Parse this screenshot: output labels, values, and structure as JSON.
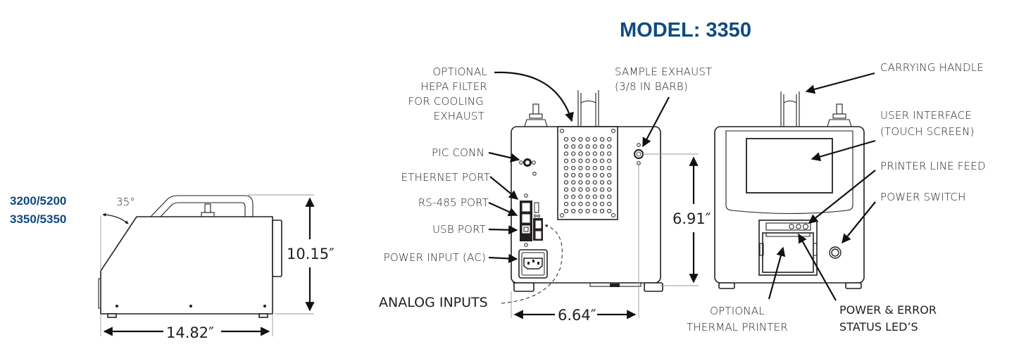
{
  "title": "MODEL: 3350",
  "side_view": {
    "model_variants": [
      "3200/5200",
      "3350/5350"
    ],
    "angle_label": "35°",
    "height_label": "10.15″",
    "width_label": "14.82″"
  },
  "rear_view": {
    "callouts": {
      "hepa_filter": [
        "OPTIONAL",
        "HEPA FILTER",
        "FOR COOLING",
        "EXHAUST"
      ],
      "sample_exhaust": [
        "SAMPLE EXHAUST",
        "(3/8 IN BARB)"
      ],
      "pic_conn": "PIC CONN",
      "ethernet_port": "ETHERNET PORT",
      "rs485_port": "RS-485 PORT",
      "usb_port": "USB PORT",
      "power_input": "POWER INPUT (AC)",
      "analog_inputs": "ANALOG INPUTS"
    },
    "height_label": "6.91″",
    "width_label": "6.64″"
  },
  "front_view": {
    "callouts": {
      "carrying_handle": "CARRYING HANDLE",
      "user_interface": [
        "USER INTERFACE",
        "(TOUCH SCREEN)"
      ],
      "printer_line_feed": "PRINTER LINE FEED",
      "power_switch": "POWER SWITCH",
      "thermal_printer": [
        "OPTIONAL",
        "THERMAL PRINTER"
      ],
      "status_leds": [
        "POWER & ERROR",
        "STATUS LED’S"
      ]
    }
  },
  "colors": {
    "brand": "#0f4a82",
    "line": "#231f20"
  }
}
